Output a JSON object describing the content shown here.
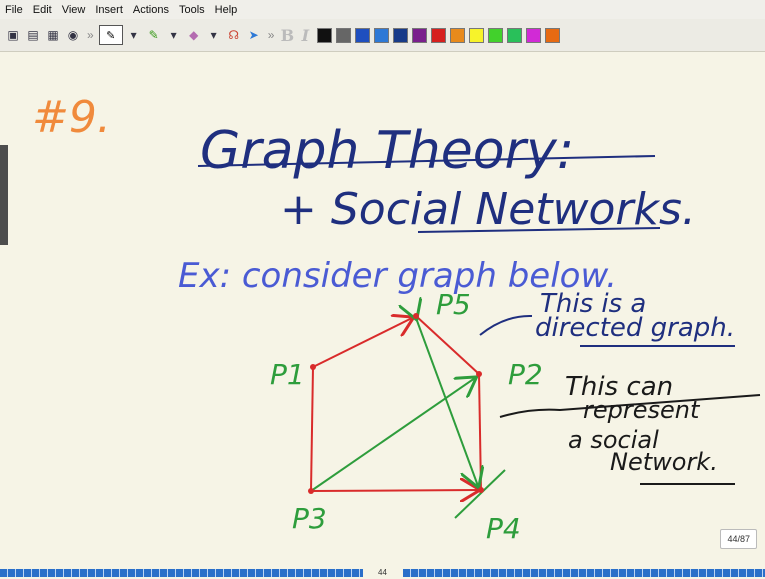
{
  "menu": [
    "File",
    "Edit",
    "View",
    "Insert",
    "Actions",
    "Tools",
    "Help"
  ],
  "toolbar": {
    "colors": [
      "#111111",
      "#666666",
      "#1f4fbf",
      "#2e79d6",
      "#173a88",
      "#7a1f8c",
      "#d6201e",
      "#e88a1c",
      "#f7f32a",
      "#42d12c",
      "#29c05a",
      "#d12ad6",
      "#e66a12"
    ]
  },
  "note": {
    "number": "#9.",
    "title": "Graph Theory:",
    "subtitle": "+ Social Networks.",
    "example": "Ex: consider graph below.",
    "remark1_line1": "This is a",
    "remark1_line2": "directed graph.",
    "remark2_line1": "This can",
    "remark2_line2": "represent",
    "remark2_line3": "a social",
    "remark2_line4": "Network.",
    "nodes": {
      "p1": "P1",
      "p2": "P2",
      "p3": "P3",
      "p4": "P4",
      "p5": "P5"
    }
  },
  "pager": {
    "page": "44/87",
    "slider_label": "44"
  }
}
